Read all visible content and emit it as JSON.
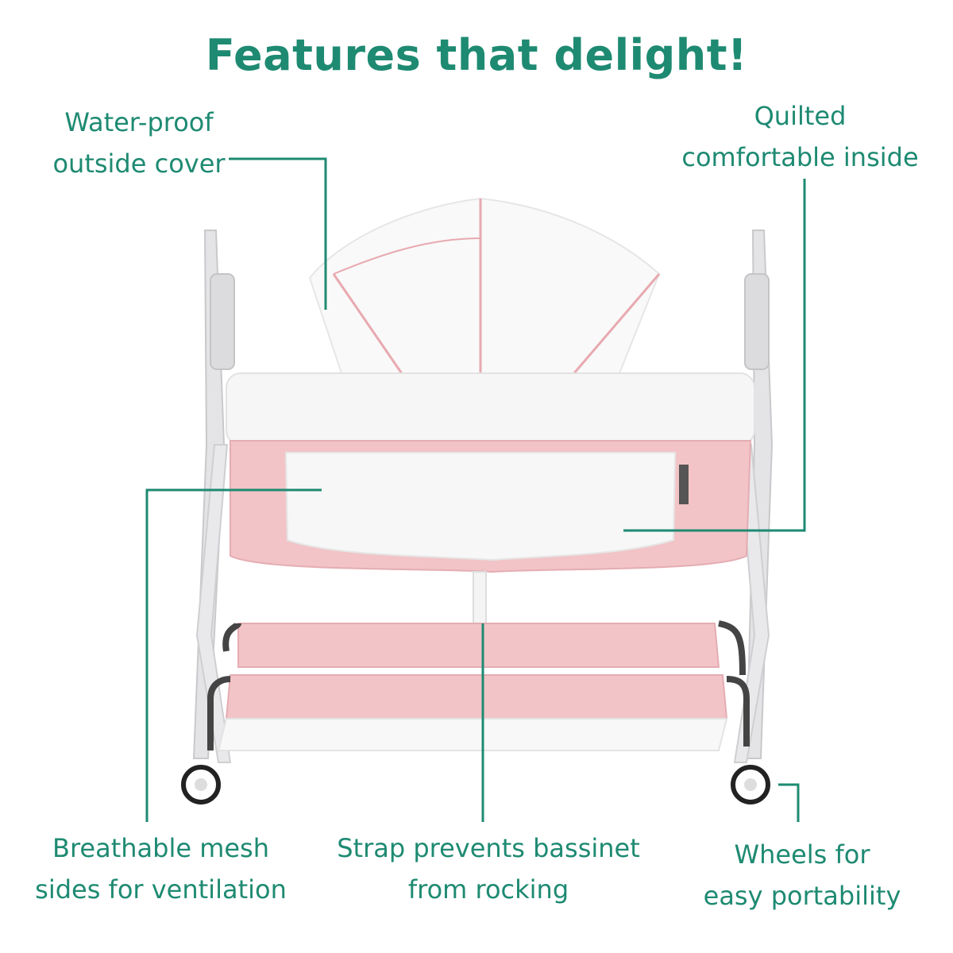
{
  "title": "Features that delight!",
  "colors": {
    "accent": "#1e8a72",
    "fabric_pink": "#f2c4c7",
    "frame_grey": "#d9d9dc",
    "mesh_white": "#f7f7f7"
  },
  "callouts": {
    "waterproof": {
      "line1": "Water-proof",
      "line2": "outside cover"
    },
    "quilted": {
      "line1": "Quilted",
      "line2": "comfortable inside"
    },
    "mesh": {
      "line1": "Breathable mesh",
      "line2": "sides for ventilation"
    },
    "strap": {
      "line1": "Strap prevents bassinet",
      "line2": "from rocking"
    },
    "wheels": {
      "line1": "Wheels for",
      "line2": "easy portability"
    }
  }
}
